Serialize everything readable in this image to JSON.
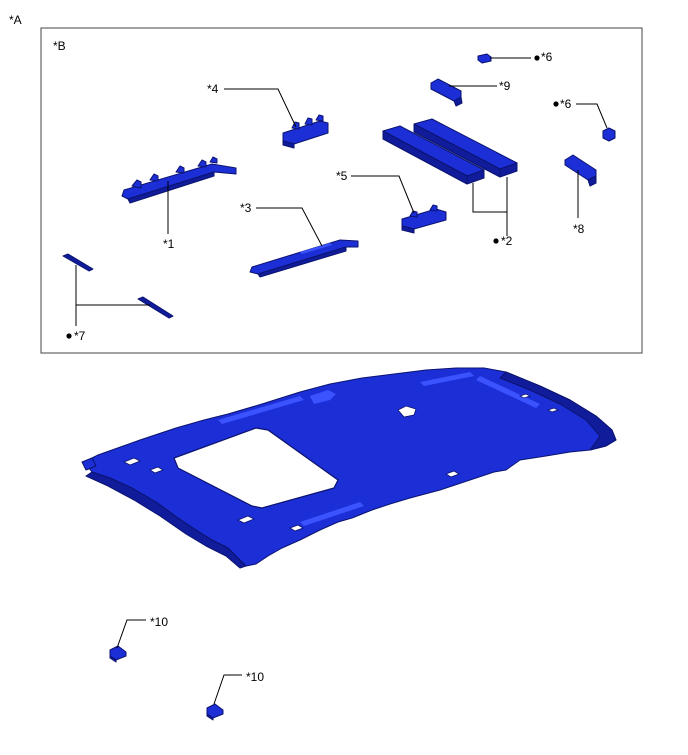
{
  "view_labels": {
    "outer": "*A",
    "inset": "*B"
  },
  "callouts": {
    "c1": "*1",
    "c2": "*2",
    "c3": "*3",
    "c4": "*4",
    "c5": "*5",
    "c6a": "*6",
    "c6b": "*6",
    "c7": "*7",
    "c8": "*8",
    "c9": "*9",
    "c10a": "*10",
    "c10b": "*10"
  },
  "colors": {
    "part": "#1c2fd6",
    "part_dark": "#101c9a",
    "part_edge": "#0b1370",
    "frame": "#444444"
  }
}
